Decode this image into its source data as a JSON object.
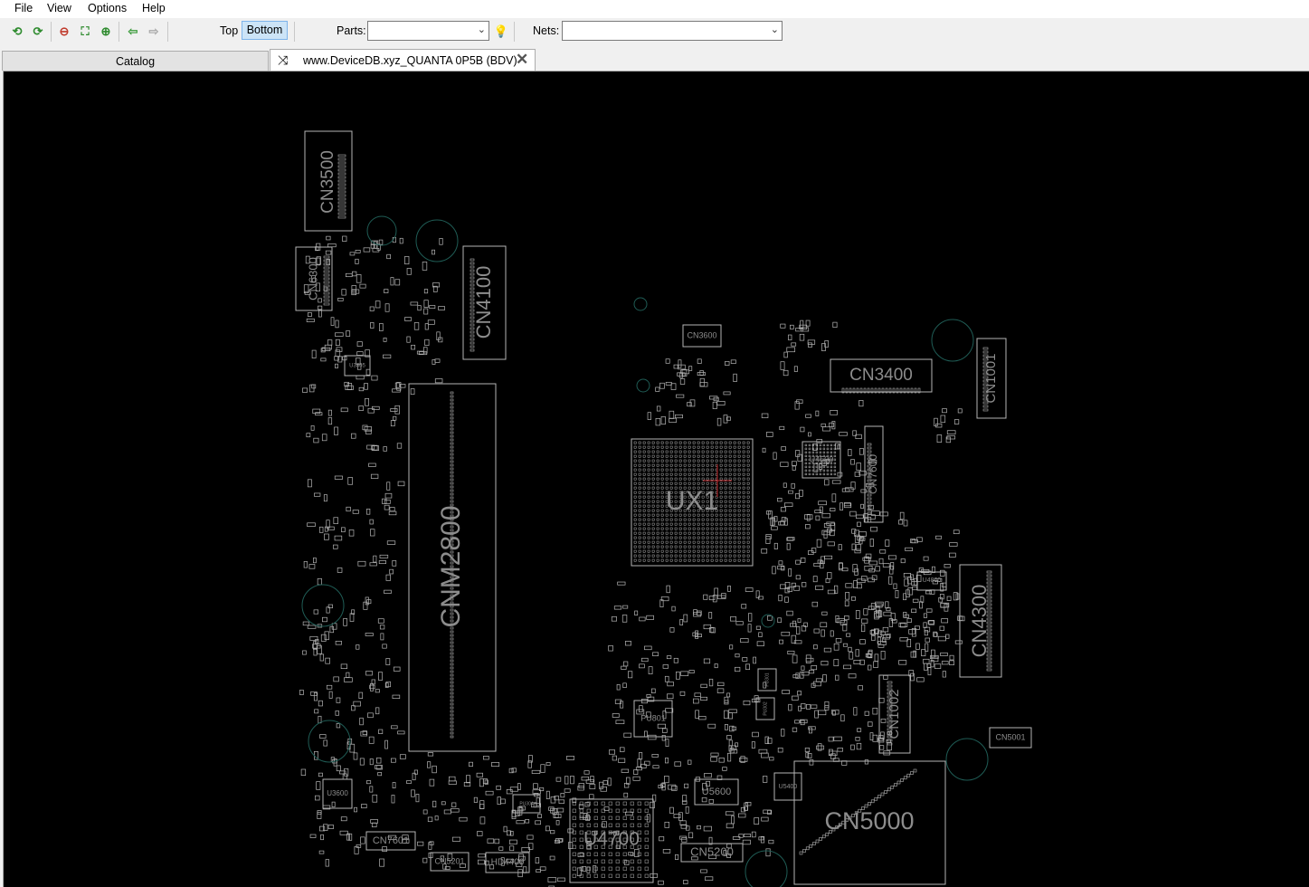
{
  "menu": [
    "File",
    "View",
    "Options",
    "Help"
  ],
  "toolbar": {
    "icons": [
      "refresh-green-icon",
      "refresh-green-alt-icon",
      "zoom-out-icon",
      "fit-to-screen-icon",
      "zoom-in-icon",
      "back-arrow-icon",
      "forward-arrow-icon"
    ],
    "top_label": "Top",
    "bottom_label": "Bottom",
    "parts_label": "Parts:",
    "parts_value": "",
    "nets_label": "Nets:",
    "nets_value": "",
    "highlight_icon": "lightbulb-icon"
  },
  "tabs": {
    "catalog": "Catalog",
    "active": "www.DeviceDB.xyz_QUANTA 0P5B (BDV)"
  },
  "board": {
    "colors": {
      "background": "#000000",
      "outline": "#b5b5b5",
      "label": "#8c8c8c",
      "hole": "#1f5c55"
    },
    "parts": [
      "CN3500",
      "CN6300",
      "CN4100",
      "CNM2800",
      "CN3600",
      "CN3400",
      "CN1001",
      "UX1",
      "U4500",
      "CN7600",
      "U4800",
      "CN4300",
      "CN1002",
      "CN5001",
      "PU801",
      "U5600",
      "U5400",
      "CN5000",
      "U3600",
      "CN7601",
      "U4700",
      "CN5201",
      "HD4400",
      "CN5200",
      "U3805",
      "PU301",
      "PU302",
      "PU304"
    ]
  }
}
